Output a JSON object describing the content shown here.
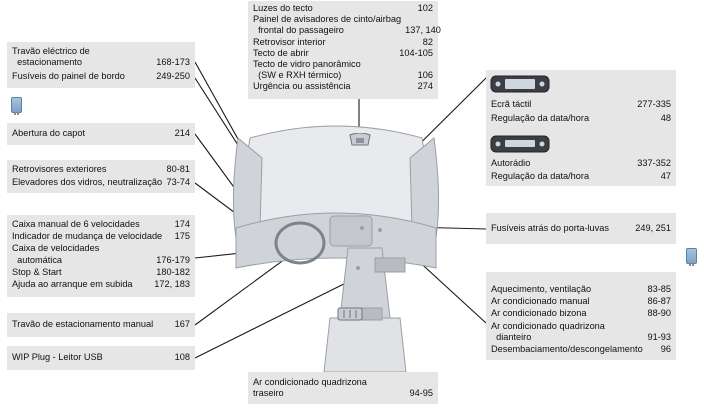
{
  "top_center": [
    {
      "label": "Luzes do tecto",
      "page": "102"
    },
    {
      "label": "Painel de avisadores de cinto/airbag\n  frontal do passageiro",
      "page": "137, 140"
    },
    {
      "label": "Retrovisor interior",
      "page": "82"
    },
    {
      "label": "Tecto de abrir",
      "page": "104-105"
    },
    {
      "label": "Tecto de vidro panorâmico\n  (SW e RXH térmico)",
      "page": "106"
    },
    {
      "label": "Urgência ou assistência",
      "page": "274"
    }
  ],
  "left_boxes": {
    "parking_brake": [
      {
        "label": "Travão eléctrico de\n  estacionamento",
        "page": "168-173"
      },
      {
        "label": "Fusíveis do painel de bordo",
        "page": "249-250"
      }
    ],
    "bonnet": [
      {
        "label": "Abertura do capot",
        "page": "214"
      }
    ],
    "mirrors": [
      {
        "label": "Retrovisores exteriores",
        "page": "80-81"
      },
      {
        "label": "Elevadores dos vidros, neutralização",
        "page": "73-74"
      }
    ],
    "gearbox": [
      {
        "label": "Caixa manual de 6 velocidades",
        "page": "174"
      },
      {
        "label": "Indicador de mudança de velocidade",
        "page": "175"
      },
      {
        "label": "Caixa de velocidades\n  automática",
        "page": "176-179"
      },
      {
        "label": "Stop & Start",
        "page": "180-182"
      },
      {
        "label": "Ajuda ao arranque em subida",
        "page": "172, 183"
      }
    ],
    "manual_parking": [
      {
        "label": "Travão de estacionamento manual",
        "page": "167"
      }
    ],
    "wip_plug": [
      {
        "label": "WIP Plug - Leitor USB",
        "page": "108"
      }
    ]
  },
  "right_boxes": {
    "touchscreen": [
      {
        "label": "Ecrã táctil",
        "page": "277-335"
      },
      {
        "label": "Regulação da data/hora",
        "page": "48"
      }
    ],
    "autoradio": [
      {
        "label": "Autorádio",
        "page": "337-352"
      },
      {
        "label": "Regulação da data/hora",
        "page": "47"
      }
    ],
    "glovebox": [
      {
        "label": "Fusíveis atrás do porta-luvas",
        "page": "249, 251"
      }
    ],
    "climate": [
      {
        "label": "Aquecimento, ventilação",
        "page": "83-85"
      },
      {
        "label": "Ar condicionado manual",
        "page": "86-87"
      },
      {
        "label": "Ar condicionado bizona",
        "page": "88-90"
      },
      {
        "label": "Ar condicionado quadrizona\n  dianteiro",
        "page": "91-93"
      },
      {
        "label": "Desembaciamento/descongelamento",
        "page": "96"
      }
    ]
  },
  "bottom_center": [
    {
      "label": "Ar condicionado quadrizona\ntraseiro",
      "page": "94-95"
    }
  ],
  "icons": [
    "fuse-icon",
    "touchscreen-icon",
    "autoradio-icon",
    "roof-light-icon",
    "rear-vent-icon"
  ],
  "colors": {
    "box_bg": "#e6e6e6",
    "line": "#1a1a1a",
    "fuse": "#8fb0d2"
  }
}
